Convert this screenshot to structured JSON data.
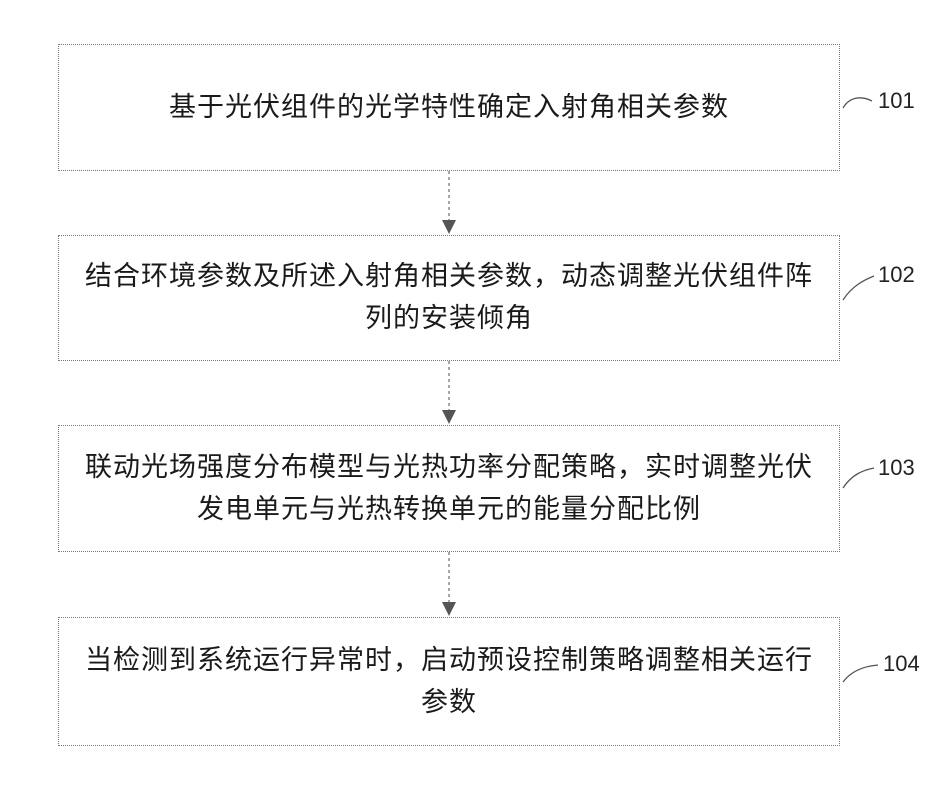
{
  "steps": [
    {
      "id": "101",
      "text": "基于光伏组件的光学特性确定入射角相关参数"
    },
    {
      "id": "102",
      "text": "结合环境参数及所述入射角相关参数，动态调整光伏组件阵列的安装倾角"
    },
    {
      "id": "103",
      "text": "联动光场强度分布模型与光热功率分配策略，实时调整光伏发电单元与光热转换单元的能量分配比例"
    },
    {
      "id": "104",
      "text": "当检测到系统运行异常时，启动预设控制策略调整相关运行参数"
    }
  ]
}
